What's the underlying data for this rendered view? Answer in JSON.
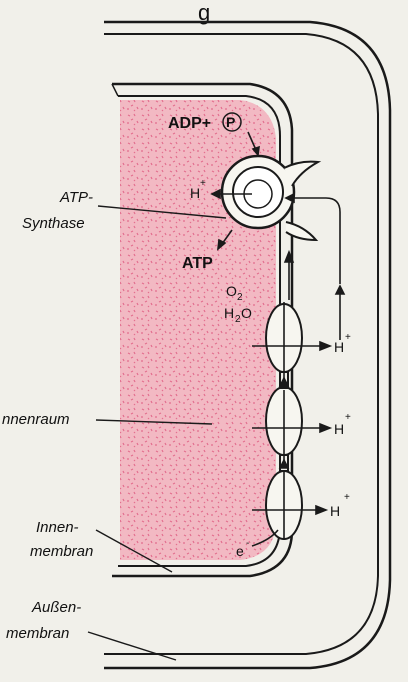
{
  "colors": {
    "paper": "#f1f0ea",
    "matrix": "#f2b9c3",
    "matrix_speckle": "#e36e8e",
    "ink": "#1a1a1a"
  },
  "diagram": {
    "top_fragment": "g",
    "labels": {
      "adp_p": "ADP+",
      "p_circle": "P",
      "h_plus_synthase": "H",
      "plus": "+",
      "atp_synthase_line1": "ATP-",
      "atp_synthase_line2": "Synthase",
      "atp": "ATP",
      "o2": "O",
      "o2_sub": "2",
      "h2o_h": "H",
      "h2o_sub": "2",
      "h2o_o": "O",
      "h_plus_1": "H",
      "h_plus_2": "H",
      "h_plus_3": "H",
      "innenraum": "nnenraum",
      "innenmembran_line1": "Innen-",
      "innenmembran_line2": "membran",
      "electron": "e",
      "minus": "-",
      "aussenmembran_line1": "Außen-",
      "aussenmembran_line2": "membran"
    }
  }
}
